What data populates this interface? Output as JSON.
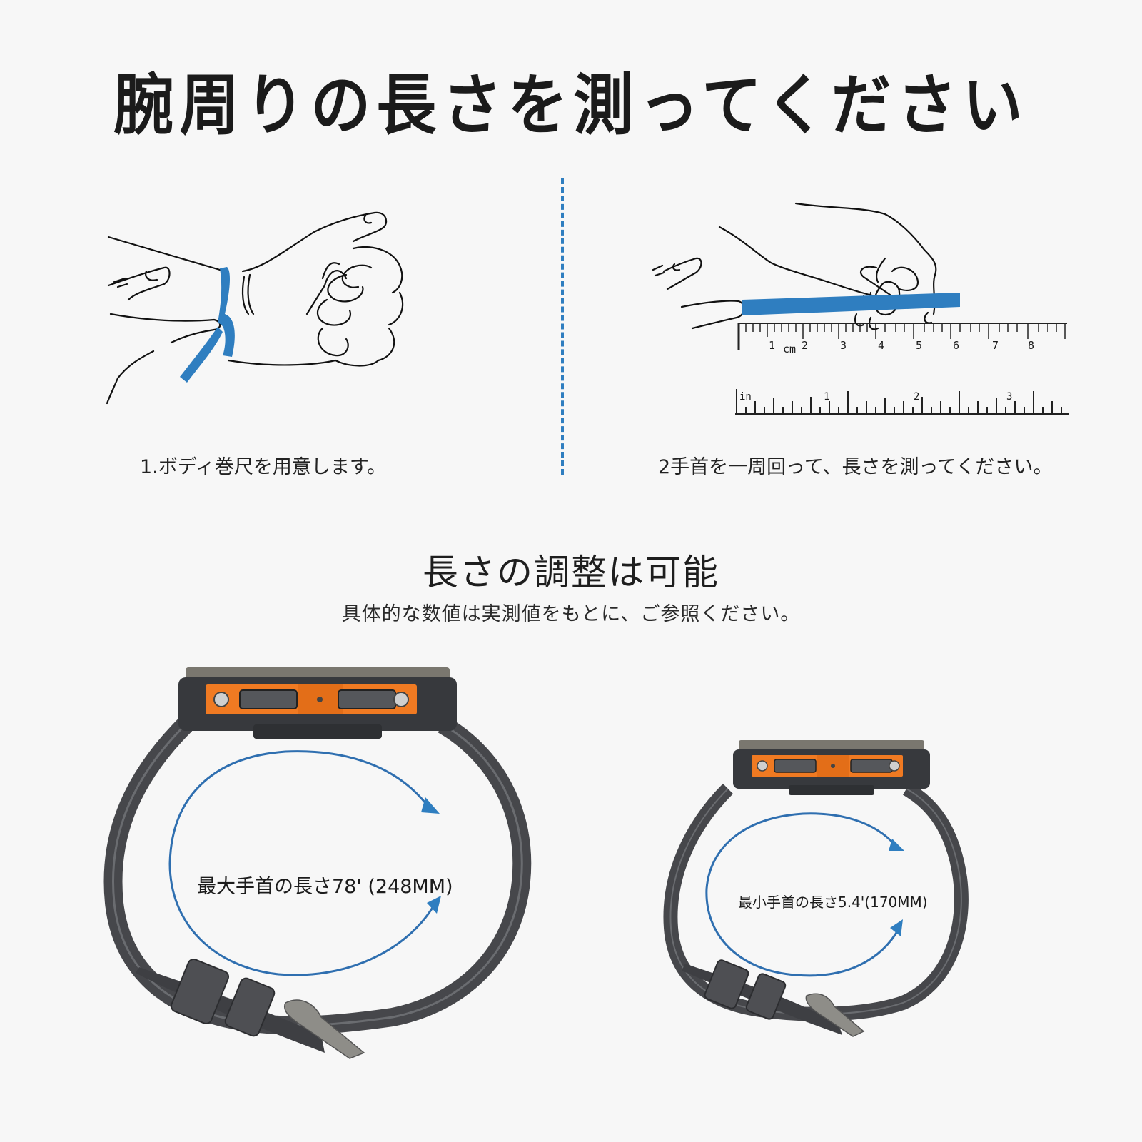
{
  "header": {
    "title": "腕周りの長さを測ってください"
  },
  "steps": [
    {
      "caption": "1.ボディ巻尺を用意します。",
      "illustration": "wrist-wrap-tape-illustration"
    },
    {
      "caption": "2手首を一周回って、長さを測ってください。",
      "illustration": "wrist-measure-ruler-illustration"
    }
  ],
  "ruler": {
    "cm_unit": "cm",
    "cm_ticks": [
      "1",
      "2",
      "3",
      "4",
      "5",
      "6",
      "7",
      "8"
    ],
    "in_unit": "in",
    "in_ticks": [
      "1",
      "2",
      "3"
    ]
  },
  "adjust": {
    "title": "長さの調整は可能",
    "subtitle": "具体的な数値は実測値をもとに、ご参照ください。"
  },
  "watches": [
    {
      "label": "最大手首の長さ78' (248MM)",
      "size": "large"
    },
    {
      "label": "最小手首の長さ5.4'(170MM)",
      "size": "small"
    }
  ],
  "colors": {
    "background": "#f7f7f7",
    "accent_blue": "#2f7ec0",
    "watch_orange": "#f07a22",
    "watch_body": "#3a3c40",
    "strap": "#4a4b4f"
  }
}
